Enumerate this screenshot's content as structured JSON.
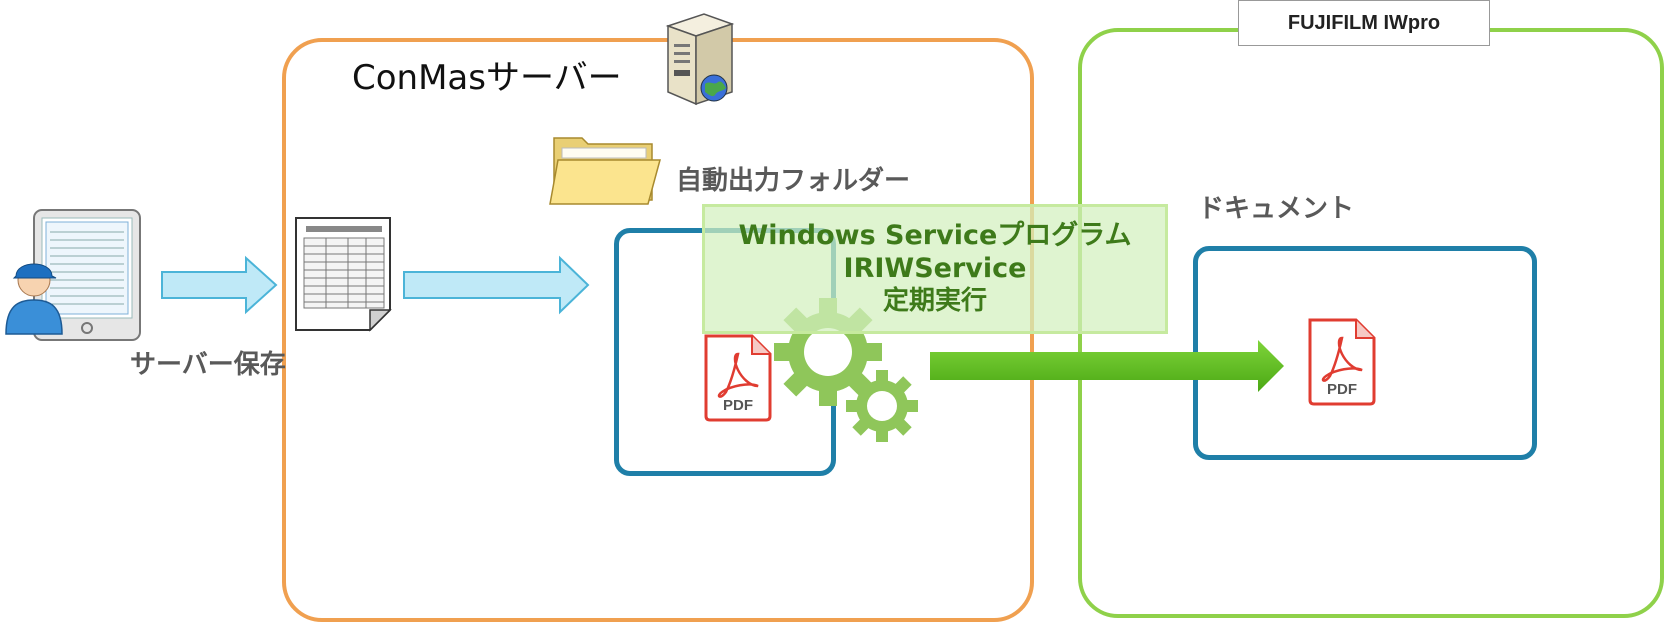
{
  "conmas_server": {
    "title": "ConMasサーバー"
  },
  "iwpro": {
    "title": "FUJIFILM IWpro"
  },
  "labels": {
    "save": "サーバー保存",
    "auto_folder": "自動出力フォルダー",
    "document": "ドキュメント"
  },
  "service": {
    "line1": "Windows Serviceプログラム",
    "line2": "IRIWService",
    "line3": "定期実行"
  },
  "pdf_icon": {
    "left_label": "PDF",
    "right_label": "PDF"
  },
  "icons": [
    "user-icon",
    "tablet-icon",
    "server-icon",
    "globe-icon",
    "form-document-icon",
    "folder-icon",
    "pdf-icon",
    "gear-icon",
    "arrow-right-icon"
  ],
  "colors": {
    "conmas_border": "#f0a050",
    "iwpro_border": "#8fd14a",
    "folder_box_border": "#1f7fa8",
    "service_text": "#3e7a1a",
    "transfer_arrow": "#5cbf1a",
    "flow_arrow": "#bfe9f7",
    "pdf_red": "#e03c31",
    "gear": "#8fc65a"
  }
}
